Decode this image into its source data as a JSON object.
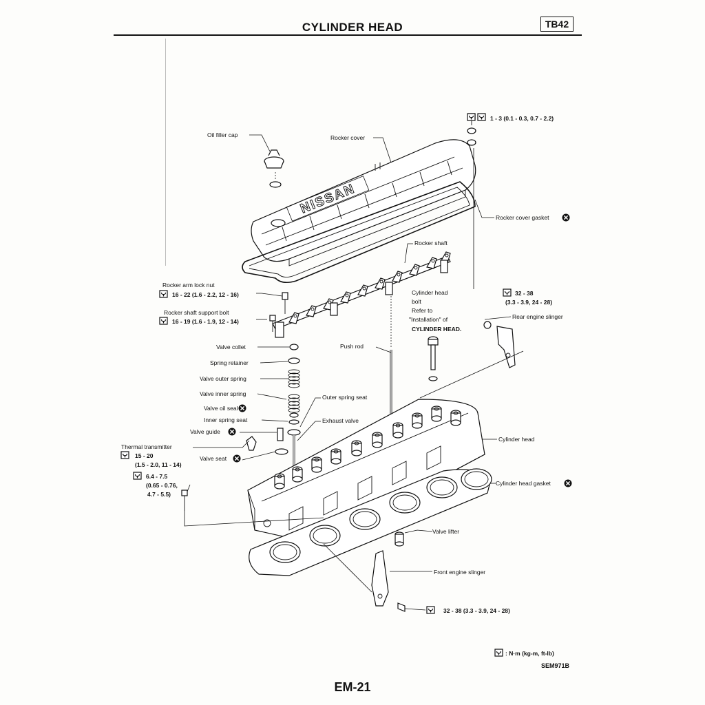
{
  "header": {
    "title": "CYLINDER HEAD",
    "model_code": "TB42"
  },
  "labels": {
    "oil_filler_cap": "Oil filler cap",
    "rocker_cover": "Rocker cover",
    "torque_top": "1 - 3 (0.1 - 0.3, 0.7 - 2.2)",
    "rocker_cover_gasket": "Rocker cover gasket",
    "rocker_shaft": "Rocker shaft",
    "rocker_arm_lock_nut": "Rocker arm lock nut",
    "torque_lock_nut": "16 - 22 (1.6 - 2.2, 12 - 16)",
    "rocker_shaft_support_bolt": "Rocker shaft support bolt",
    "torque_support_bolt": "16 - 19 (1.6 - 1.9, 12 - 14)",
    "cylinder_head_bolt_1": "Cylinder head",
    "cylinder_head_bolt_2": "bolt",
    "cylinder_head_bolt_3": "Refer to",
    "cylinder_head_bolt_4": "\"Installation\" of",
    "cylinder_head_bolt_5": "CYLINDER HEAD.",
    "torque_rear_slinger_1": "32 - 38",
    "torque_rear_slinger_2": "(3.3 - 3.9, 24 - 28)",
    "rear_engine_slinger": "Rear engine slinger",
    "valve_collet": "Valve collet",
    "push_rod": "Push rod",
    "spring_retainer": "Spring retainer",
    "valve_outer_spring": "Valve outer spring",
    "valve_inner_spring": "Valve inner spring",
    "outer_spring_seat": "Outer spring seat",
    "valve_oil_seal": "Valve oil seal",
    "inner_spring_seat": "Inner spring seat",
    "exhaust_valve": "Exhaust valve",
    "valve_guide": "Valve guide",
    "cylinder_head": "Cylinder head",
    "thermal_transmitter": "Thermal transmitter",
    "torque_thermal_1": "15 - 20",
    "torque_thermal_2": "(1.5 - 2.0, 11 - 14)",
    "valve_seat": "Valve seat",
    "torque_small_1": "6.4 - 7.5",
    "torque_small_2": "(0.65 - 0.76,",
    "torque_small_3": "4.7 - 5.5)",
    "cylinder_head_gasket": "Cylinder head gasket",
    "valve_lifter": "Valve lifter",
    "front_engine_slinger": "Front engine slinger",
    "torque_front_slinger": "32 - 38 (3.3 - 3.9, 24 - 28)",
    "legend_units": ": N·m (kg-m, ft-lb)",
    "brand_emboss": "NISSAN"
  },
  "footer": {
    "ref_code": "SEM971B",
    "page_number": "EM-21"
  }
}
